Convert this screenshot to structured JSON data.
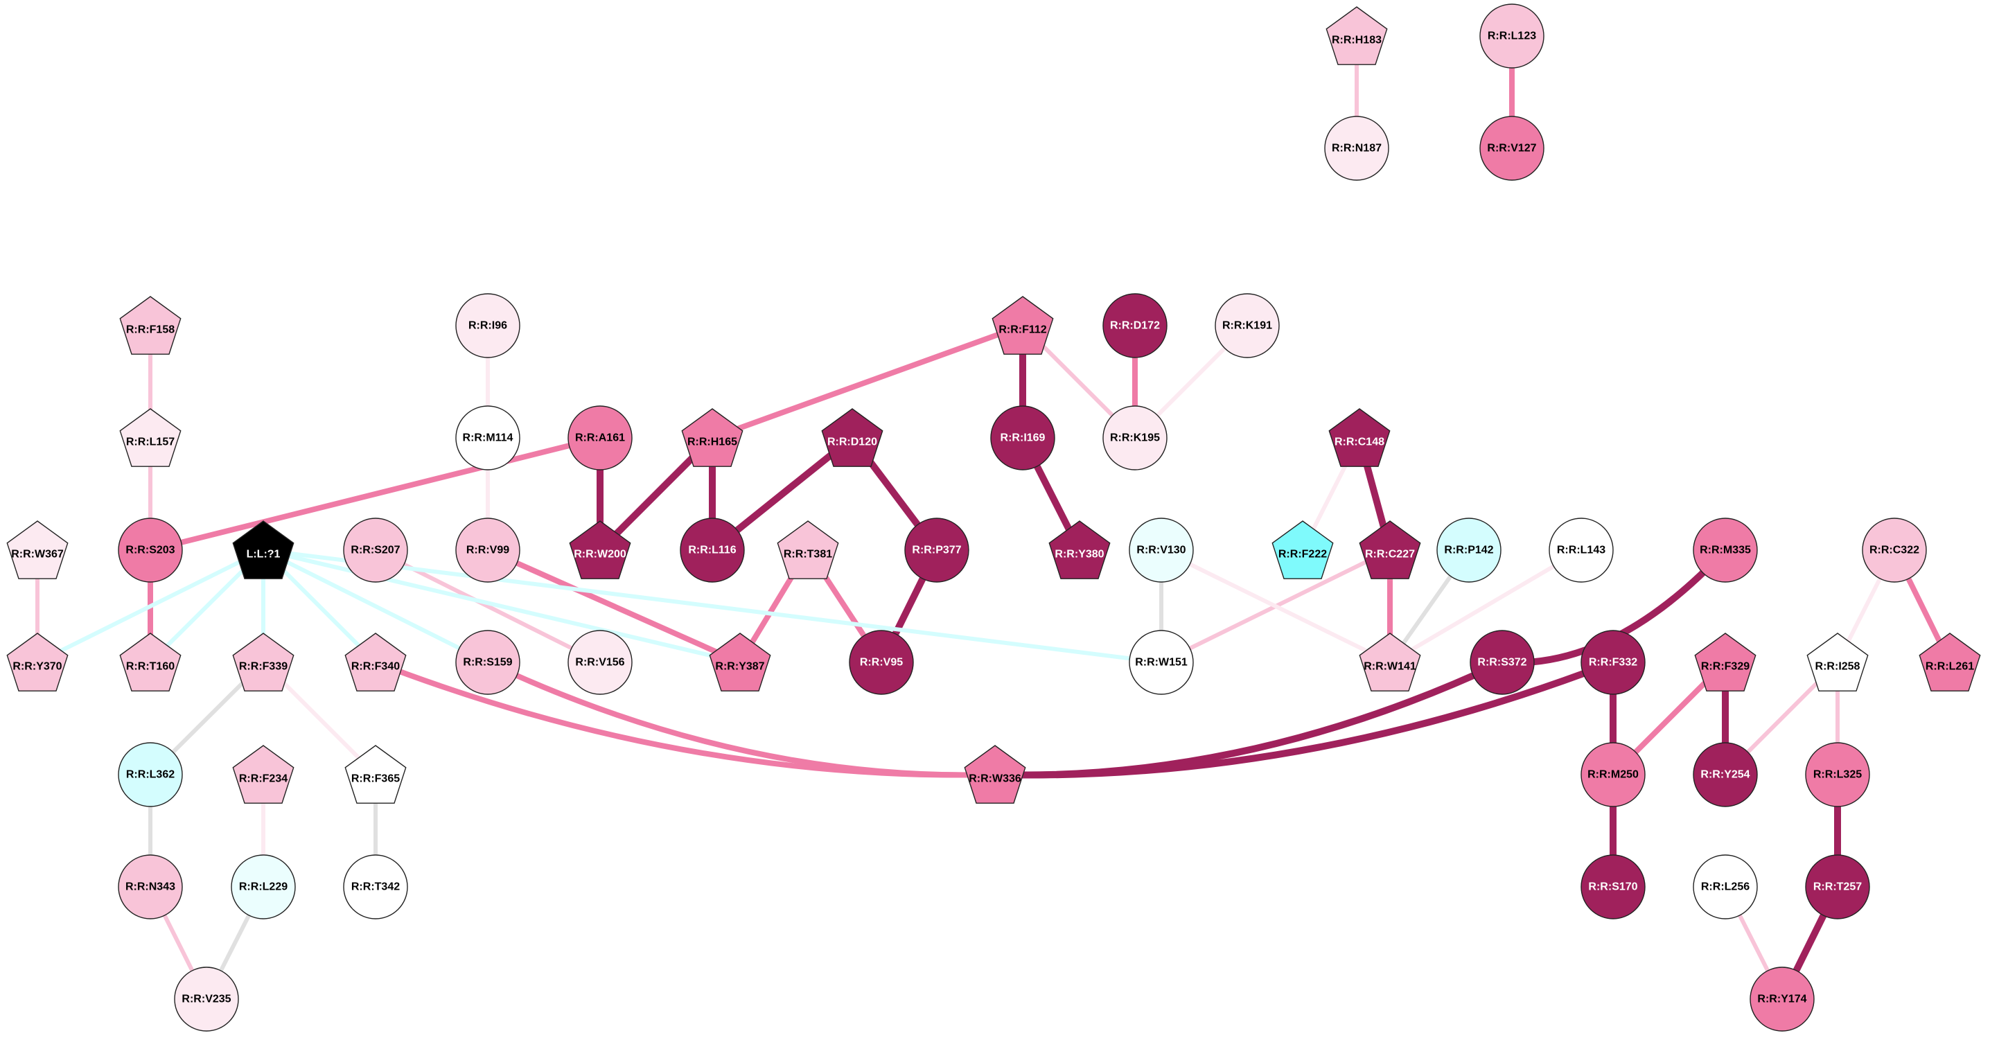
{
  "colors": {
    "dark": "#A0215C",
    "medium": "#EF7BA6",
    "light": "#F8C4D8",
    "pale": "#FCEAF1",
    "white": "#FFFFFF",
    "black": "#000000",
    "cyan": "#7FFAFC",
    "cyan_light": "#D4FDFE",
    "cyan_pale": "#EBFEFE",
    "grey": "#E0E0E0"
  },
  "nodes": [
    {
      "id": "H183",
      "label": "R:R:H183",
      "shape": "pentagon",
      "fill": "light"
    },
    {
      "id": "N187",
      "label": "R:R:N187",
      "shape": "circle",
      "fill": "pale"
    },
    {
      "id": "L123",
      "label": "R:R:L123",
      "shape": "circle",
      "fill": "light"
    },
    {
      "id": "V127",
      "label": "R:R:V127",
      "shape": "circle",
      "fill": "medium"
    },
    {
      "id": "F158",
      "label": "R:R:F158",
      "shape": "pentagon",
      "fill": "light"
    },
    {
      "id": "L157",
      "label": "R:R:L157",
      "shape": "pentagon",
      "fill": "pale"
    },
    {
      "id": "S203",
      "label": "R:R:S203",
      "shape": "circle",
      "fill": "medium"
    },
    {
      "id": "I96",
      "label": "R:R:I96",
      "shape": "circle",
      "fill": "pale"
    },
    {
      "id": "M114",
      "label": "R:R:M114",
      "shape": "circle",
      "fill": "white"
    },
    {
      "id": "V99",
      "label": "R:R:V99",
      "shape": "circle",
      "fill": "light"
    },
    {
      "id": "A161",
      "label": "R:R:A161",
      "shape": "circle",
      "fill": "medium"
    },
    {
      "id": "W200",
      "label": "R:R:W200",
      "shape": "pentagon",
      "fill": "dark"
    },
    {
      "id": "H165",
      "label": "R:R:H165",
      "shape": "pentagon",
      "fill": "medium"
    },
    {
      "id": "L116",
      "label": "R:R:L116",
      "shape": "circle",
      "fill": "dark"
    },
    {
      "id": "D120",
      "label": "R:R:D120",
      "shape": "pentagon",
      "fill": "dark"
    },
    {
      "id": "P377",
      "label": "R:R:P377",
      "shape": "circle",
      "fill": "dark"
    },
    {
      "id": "F112",
      "label": "R:R:F112",
      "shape": "pentagon",
      "fill": "medium"
    },
    {
      "id": "D172",
      "label": "R:R:D172",
      "shape": "circle",
      "fill": "dark"
    },
    {
      "id": "K191",
      "label": "R:R:K191",
      "shape": "circle",
      "fill": "pale"
    },
    {
      "id": "I169",
      "label": "R:R:I169",
      "shape": "circle",
      "fill": "dark"
    },
    {
      "id": "K195",
      "label": "R:R:K195",
      "shape": "circle",
      "fill": "pale"
    },
    {
      "id": "Y380",
      "label": "R:R:Y380",
      "shape": "pentagon",
      "fill": "dark"
    },
    {
      "id": "C148",
      "label": "R:R:C148",
      "shape": "pentagon",
      "fill": "dark"
    },
    {
      "id": "F222",
      "label": "R:R:F222",
      "shape": "pentagon",
      "fill": "cyan"
    },
    {
      "id": "C227",
      "label": "R:R:C227",
      "shape": "pentagon",
      "fill": "dark"
    },
    {
      "id": "W367",
      "label": "R:R:W367",
      "shape": "pentagon",
      "fill": "pale"
    },
    {
      "id": "Y370",
      "label": "R:R:Y370",
      "shape": "pentagon",
      "fill": "light"
    },
    {
      "id": "L1",
      "label": "L:L:?1",
      "shape": "pentagon",
      "fill": "black"
    },
    {
      "id": "T160",
      "label": "R:R:T160",
      "shape": "pentagon",
      "fill": "light"
    },
    {
      "id": "S207",
      "label": "R:R:S207",
      "shape": "circle",
      "fill": "light"
    },
    {
      "id": "F339",
      "label": "R:R:F339",
      "shape": "pentagon",
      "fill": "light"
    },
    {
      "id": "F340",
      "label": "R:R:F340",
      "shape": "pentagon",
      "fill": "light"
    },
    {
      "id": "S159",
      "label": "R:R:S159",
      "shape": "circle",
      "fill": "light"
    },
    {
      "id": "V156",
      "label": "R:R:V156",
      "shape": "circle",
      "fill": "pale"
    },
    {
      "id": "T381",
      "label": "R:R:T381",
      "shape": "pentagon",
      "fill": "light"
    },
    {
      "id": "Y387",
      "label": "R:R:Y387",
      "shape": "pentagon",
      "fill": "medium"
    },
    {
      "id": "V95",
      "label": "R:R:V95",
      "shape": "circle",
      "fill": "dark"
    },
    {
      "id": "V130",
      "label": "R:R:V130",
      "shape": "circle",
      "fill": "cyan_pale"
    },
    {
      "id": "W151",
      "label": "R:R:W151",
      "shape": "circle",
      "fill": "white"
    },
    {
      "id": "P142",
      "label": "R:R:P142",
      "shape": "circle",
      "fill": "cyan_light"
    },
    {
      "id": "L143",
      "label": "R:R:L143",
      "shape": "circle",
      "fill": "white"
    },
    {
      "id": "W141",
      "label": "R:R:W141",
      "shape": "pentagon",
      "fill": "light"
    },
    {
      "id": "M335",
      "label": "R:R:M335",
      "shape": "circle",
      "fill": "medium"
    },
    {
      "id": "S372",
      "label": "R:R:S372",
      "shape": "circle",
      "fill": "dark"
    },
    {
      "id": "F332",
      "label": "R:R:F332",
      "shape": "circle",
      "fill": "dark"
    },
    {
      "id": "F329",
      "label": "R:R:F329",
      "shape": "pentagon",
      "fill": "medium"
    },
    {
      "id": "C322",
      "label": "R:R:C322",
      "shape": "circle",
      "fill": "light"
    },
    {
      "id": "I258",
      "label": "R:R:I258",
      "shape": "pentagon",
      "fill": "white"
    },
    {
      "id": "L261",
      "label": "R:R:L261",
      "shape": "pentagon",
      "fill": "medium"
    },
    {
      "id": "W336",
      "label": "R:R:W336",
      "shape": "pentagon",
      "fill": "medium"
    },
    {
      "id": "L362",
      "label": "R:R:L362",
      "shape": "circle",
      "fill": "cyan_light"
    },
    {
      "id": "F234",
      "label": "R:R:F234",
      "shape": "pentagon",
      "fill": "light"
    },
    {
      "id": "F365",
      "label": "R:R:F365",
      "shape": "pentagon",
      "fill": "white"
    },
    {
      "id": "M250",
      "label": "R:R:M250",
      "shape": "circle",
      "fill": "medium"
    },
    {
      "id": "Y254",
      "label": "R:R:Y254",
      "shape": "circle",
      "fill": "dark"
    },
    {
      "id": "L325",
      "label": "R:R:L325",
      "shape": "circle",
      "fill": "medium"
    },
    {
      "id": "N343",
      "label": "R:R:N343",
      "shape": "circle",
      "fill": "light"
    },
    {
      "id": "L229",
      "label": "R:R:L229",
      "shape": "circle",
      "fill": "cyan_pale"
    },
    {
      "id": "T342",
      "label": "R:R:T342",
      "shape": "circle",
      "fill": "white"
    },
    {
      "id": "S170",
      "label": "R:R:S170",
      "shape": "circle",
      "fill": "dark"
    },
    {
      "id": "L256",
      "label": "R:R:L256",
      "shape": "circle",
      "fill": "white"
    },
    {
      "id": "T257",
      "label": "R:R:T257",
      "shape": "circle",
      "fill": "dark"
    },
    {
      "id": "V235",
      "label": "R:R:V235",
      "shape": "circle",
      "fill": "pale"
    },
    {
      "id": "Y174",
      "label": "R:R:Y174",
      "shape": "circle",
      "fill": "medium"
    }
  ],
  "edges": [
    {
      "from": "H183",
      "to": "N187",
      "color": "light",
      "weight": "thin"
    },
    {
      "from": "L123",
      "to": "V127",
      "color": "medium",
      "weight": "medium"
    },
    {
      "from": "F158",
      "to": "L157",
      "color": "light",
      "weight": "thin"
    },
    {
      "from": "L157",
      "to": "S203",
      "color": "light",
      "weight": "thin"
    },
    {
      "from": "S203",
      "to": "T160",
      "color": "medium",
      "weight": "medium"
    },
    {
      "from": "A161",
      "to": "S203",
      "color": "medium",
      "weight": "medium"
    },
    {
      "from": "A161",
      "to": "W200",
      "color": "dark",
      "weight": "thick"
    },
    {
      "from": "H165",
      "to": "W200",
      "color": "dark",
      "weight": "thick"
    },
    {
      "from": "H165",
      "to": "L116",
      "color": "dark",
      "weight": "thick"
    },
    {
      "from": "F112",
      "to": "H165",
      "color": "medium",
      "weight": "medium"
    },
    {
      "from": "D120",
      "to": "L116",
      "color": "dark",
      "weight": "thick"
    },
    {
      "from": "D120",
      "to": "P377",
      "color": "dark",
      "weight": "thick"
    },
    {
      "from": "P377",
      "to": "V95",
      "color": "dark",
      "weight": "thick"
    },
    {
      "from": "F112",
      "to": "I169",
      "color": "dark",
      "weight": "thick"
    },
    {
      "from": "F112",
      "to": "K195",
      "color": "light",
      "weight": "thin"
    },
    {
      "from": "D172",
      "to": "K195",
      "color": "medium",
      "weight": "medium"
    },
    {
      "from": "K191",
      "to": "K195",
      "color": "pale",
      "weight": "thin"
    },
    {
      "from": "I169",
      "to": "Y380",
      "color": "dark",
      "weight": "thick"
    },
    {
      "from": "I96",
      "to": "M114",
      "color": "pale",
      "weight": "thin"
    },
    {
      "from": "M114",
      "to": "V99",
      "color": "pale",
      "weight": "thin"
    },
    {
      "from": "V99",
      "to": "Y387",
      "color": "medium",
      "weight": "medium"
    },
    {
      "from": "S207",
      "to": "V156",
      "color": "light",
      "weight": "thin"
    },
    {
      "from": "T381",
      "to": "Y387",
      "color": "medium",
      "weight": "medium"
    },
    {
      "from": "T381",
      "to": "V95",
      "color": "medium",
      "weight": "medium"
    },
    {
      "from": "C148",
      "to": "F222",
      "color": "pale",
      "weight": "thin"
    },
    {
      "from": "C148",
      "to": "C227",
      "color": "dark",
      "weight": "thick"
    },
    {
      "from": "C227",
      "to": "W141",
      "color": "medium",
      "weight": "medium"
    },
    {
      "from": "C227",
      "to": "W151",
      "color": "light",
      "weight": "thin"
    },
    {
      "from": "V130",
      "to": "W151",
      "color": "grey",
      "weight": "thin"
    },
    {
      "from": "V130",
      "to": "W141",
      "color": "pale",
      "weight": "thin"
    },
    {
      "from": "P142",
      "to": "W141",
      "color": "grey",
      "weight": "thin"
    },
    {
      "from": "L143",
      "to": "W141",
      "color": "pale",
      "weight": "thin"
    },
    {
      "from": "W367",
      "to": "Y370",
      "color": "light",
      "weight": "thin"
    },
    {
      "from": "L1",
      "to": "Y370",
      "color": "cyan_light",
      "weight": "thin"
    },
    {
      "from": "L1",
      "to": "T160",
      "color": "cyan_light",
      "weight": "thin"
    },
    {
      "from": "L1",
      "to": "F339",
      "color": "cyan_light",
      "weight": "thin"
    },
    {
      "from": "L1",
      "to": "F340",
      "color": "cyan_light",
      "weight": "thin"
    },
    {
      "from": "L1",
      "to": "S159",
      "color": "cyan_light",
      "weight": "thin"
    },
    {
      "from": "L1",
      "to": "Y387",
      "color": "cyan_light",
      "weight": "thin"
    },
    {
      "from": "L1",
      "to": "W151",
      "color": "cyan_light",
      "weight": "thin"
    },
    {
      "from": "F339",
      "to": "L362",
      "color": "grey",
      "weight": "thin"
    },
    {
      "from": "F339",
      "to": "F365",
      "color": "pale",
      "weight": "thin"
    },
    {
      "from": "F340",
      "to": "W336",
      "color": "medium",
      "weight": "medium",
      "curve": true
    },
    {
      "from": "S159",
      "to": "W336",
      "color": "medium",
      "weight": "medium",
      "curve": true
    },
    {
      "from": "S372",
      "to": "W336",
      "color": "dark",
      "weight": "thick",
      "curve": true
    },
    {
      "from": "F332",
      "to": "W336",
      "color": "dark",
      "weight": "thick",
      "curve": true
    },
    {
      "from": "M335",
      "to": "S372",
      "color": "dark",
      "weight": "thick",
      "curve": true
    },
    {
      "from": "F332",
      "to": "M250",
      "color": "dark",
      "weight": "thick"
    },
    {
      "from": "F329",
      "to": "M250",
      "color": "medium",
      "weight": "medium"
    },
    {
      "from": "F329",
      "to": "Y254",
      "color": "dark",
      "weight": "thick"
    },
    {
      "from": "M250",
      "to": "S170",
      "color": "dark",
      "weight": "thick"
    },
    {
      "from": "C322",
      "to": "I258",
      "color": "pale",
      "weight": "thin"
    },
    {
      "from": "C322",
      "to": "L261",
      "color": "medium",
      "weight": "medium"
    },
    {
      "from": "I258",
      "to": "Y254",
      "color": "light",
      "weight": "thin"
    },
    {
      "from": "I258",
      "to": "L325",
      "color": "light",
      "weight": "thin"
    },
    {
      "from": "L325",
      "to": "T257",
      "color": "dark",
      "weight": "thick"
    },
    {
      "from": "T257",
      "to": "Y174",
      "color": "dark",
      "weight": "thick"
    },
    {
      "from": "L256",
      "to": "Y174",
      "color": "light",
      "weight": "thin"
    },
    {
      "from": "L362",
      "to": "N343",
      "color": "grey",
      "weight": "thin"
    },
    {
      "from": "N343",
      "to": "V235",
      "color": "light",
      "weight": "thin"
    },
    {
      "from": "L229",
      "to": "V235",
      "color": "grey",
      "weight": "thin"
    },
    {
      "from": "F234",
      "to": "L229",
      "color": "pale",
      "weight": "thin"
    },
    {
      "from": "F365",
      "to": "T342",
      "color": "grey",
      "weight": "thin"
    }
  ]
}
